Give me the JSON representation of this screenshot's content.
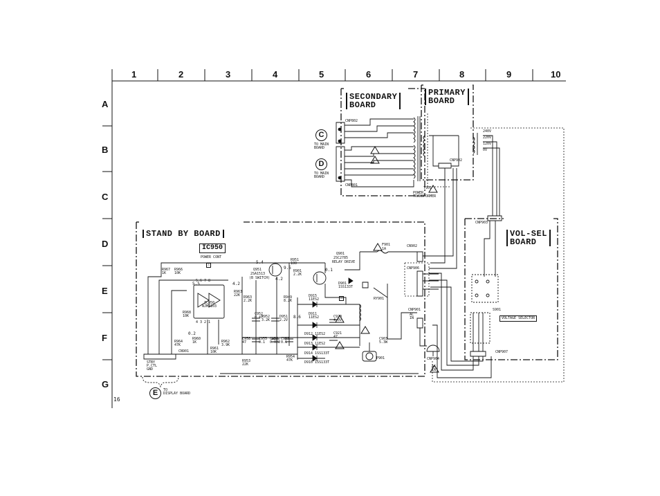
{
  "grid": {
    "columns": [
      "1",
      "2",
      "3",
      "4",
      "5",
      "6",
      "7",
      "8",
      "9",
      "10"
    ],
    "rows": [
      "A",
      "B",
      "C",
      "D",
      "E",
      "F",
      "G"
    ]
  },
  "page_number": "16",
  "boards": {
    "secondary": [
      "SECONDARY",
      "BOARD"
    ],
    "primary": [
      "PRIMARY",
      "BOARD"
    ],
    "standby": "STAND BY BOARD",
    "volsel": [
      "VOL-SEL",
      "BOARD"
    ]
  },
  "connectors": {
    "cnp802": "CNP802",
    "cnp801": "CNP801",
    "cnp902": "CNP902",
    "cnp903": "CNP903",
    "cnp907": "CNP907",
    "cn902": "CN902",
    "cnp906": "CNP906",
    "cnp901": "CNP901",
    "cnp901_sub": "AC\nIN",
    "cnp904": "CNP904",
    "cn901": "CN901"
  },
  "refs": {
    "c": {
      "letter": "C",
      "text": "TO MAIN\nBOARD"
    },
    "d": {
      "letter": "D",
      "text": "TO MAIN\nBOARD"
    },
    "e": {
      "letter": "E",
      "text": "TO\nDISPLAY BOARD"
    }
  },
  "transformer": {
    "ref": "T901",
    "text": "POWER\nTRANSFORMER"
  },
  "voltages": [
    "240V",
    "220V",
    "120V",
    "0V"
  ],
  "voltage_selector": {
    "ref": "S901",
    "label": "VOLTAGE SELECTOR"
  },
  "ic950": {
    "box": "IC950",
    "desc": "POWER CONT",
    "part": "IC950\nNJM2103"
  },
  "q951": {
    "ref": "Q951",
    "part": "2SA1513",
    "desc": "(B SWITCH)",
    "v1": "5.4",
    "v2": "9.5",
    "v3": "4.2"
  },
  "q901": {
    "ref": "Q901",
    "part": "2SC2785",
    "desc": "RELAY DRIVE",
    "v": "0.1"
  },
  "fuse": {
    "ref": "F901",
    "val": "1A"
  },
  "relay": "RY901",
  "plug": "P901",
  "ac_in": "AC\nIN",
  "parts": {
    "d901": "D901\n1SS133T",
    "d915": "D915\n11ES2",
    "d911": "D911\n11ES2",
    "d912": "D912  11ES2",
    "d913": "D913  11ES2",
    "d914": "D914  1SS133T",
    "d916": "D916  1SS133T",
    "c920": "C920\n4.0V",
    "c921": "C921\n47",
    "c903": "C903\n5.3W",
    "r901": "R901\n2.2K",
    "r951": "R951\n100",
    "r952": "R952\n3.2K",
    "r953": "R953\n22K",
    "r954": "R954\n47K",
    "r960": "R960\n1K",
    "r961": "R961\n10K",
    "r962": "R962\n3.9K",
    "c955": "C955\n0.1",
    "c956": "C956\n0.022",
    "c957": "C957\n0.1",
    "c958": "C958\n47",
    "c952": "C952\n0.47",
    "r964": "R964\n47K",
    "r966": "R966\n10K",
    "r967": "R967\n1K",
    "r968": "R968\n10K",
    "r949": "R949\n8.2K",
    "r963": "R963\n2.2K",
    "d951": "D951\n2.2V",
    "r963b": "R963\n22K",
    "ic_pins_top": "5  6  7  8",
    "ic_pins_bot": "4  3  2  1",
    "cn901_pins": "STBY\nP.CTL\nGND",
    "v55": "5.5",
    "v02": "0.2",
    "v86": "8.6",
    "v42": "4.2"
  },
  "warnings": [
    "⚠"
  ]
}
